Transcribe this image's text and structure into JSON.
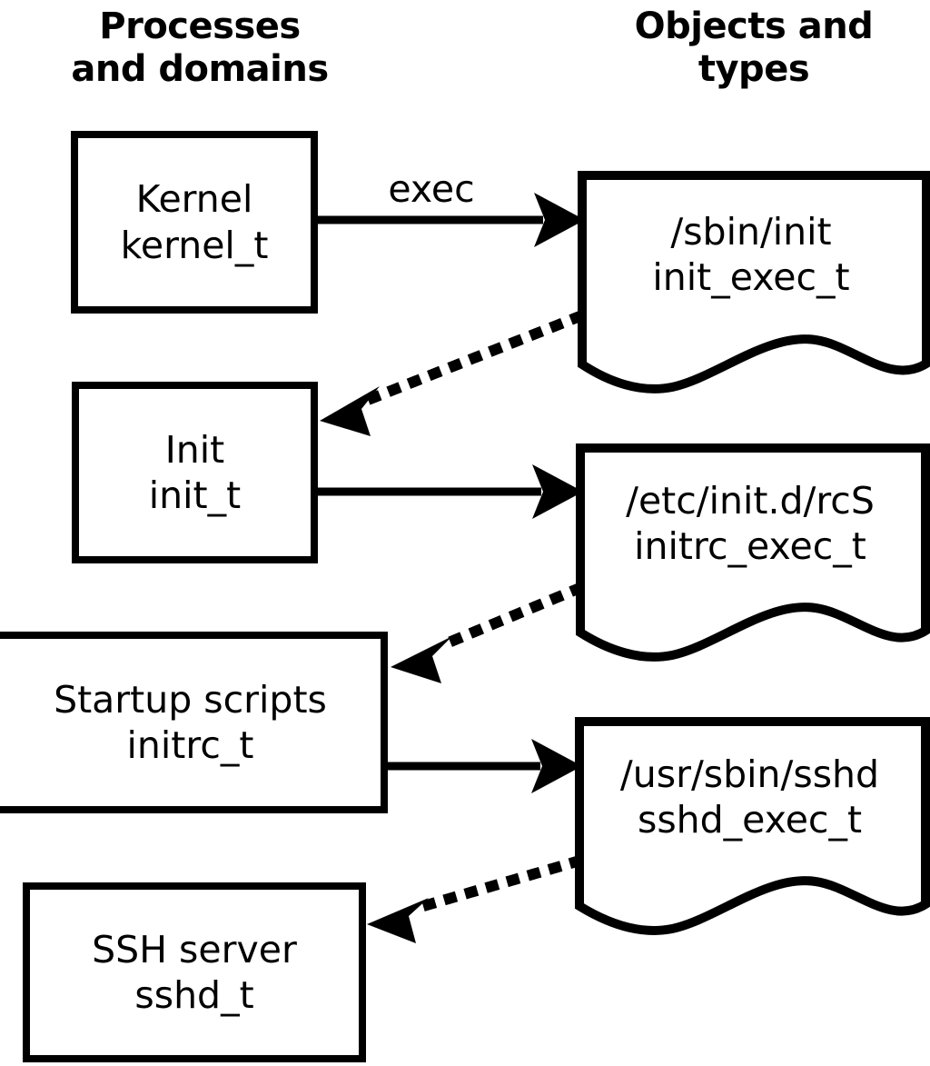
{
  "headers": {
    "left": "Processes\nand domains",
    "right": "Objects and\ntypes"
  },
  "colors": {
    "stroke": "#000000",
    "fill": "#ffffff",
    "text": "#000000"
  },
  "domains": [
    {
      "id": "kernel",
      "title": "Kernel",
      "type": "kernel_t"
    },
    {
      "id": "init",
      "title": "Init",
      "type": "init_t"
    },
    {
      "id": "initrc",
      "title": "Startup scripts",
      "type": "initrc_t"
    },
    {
      "id": "sshd",
      "title": "SSH server",
      "type": "sshd_t"
    }
  ],
  "objects": [
    {
      "id": "init-exec",
      "path": "/sbin/init",
      "type": "init_exec_t"
    },
    {
      "id": "initrc-exec",
      "path": "/etc/init.d/rcS",
      "type": "initrc_exec_t"
    },
    {
      "id": "sshd-exec",
      "path": "/usr/sbin/sshd",
      "type": "sshd_exec_t"
    }
  ],
  "edges": {
    "exec_label": "exec",
    "solid": [
      {
        "from": "kernel",
        "to": "init-exec",
        "label": "exec",
        "style": "solid"
      },
      {
        "from": "init",
        "to": "initrc-exec",
        "label": "",
        "style": "solid"
      },
      {
        "from": "initrc",
        "to": "sshd-exec",
        "label": "",
        "style": "solid"
      }
    ],
    "dotted": [
      {
        "from": "init-exec",
        "to": "init",
        "label": "",
        "style": "dotted"
      },
      {
        "from": "initrc-exec",
        "to": "initrc",
        "label": "",
        "style": "dotted"
      },
      {
        "from": "sshd-exec",
        "to": "sshd",
        "label": "",
        "style": "dotted"
      }
    ]
  }
}
